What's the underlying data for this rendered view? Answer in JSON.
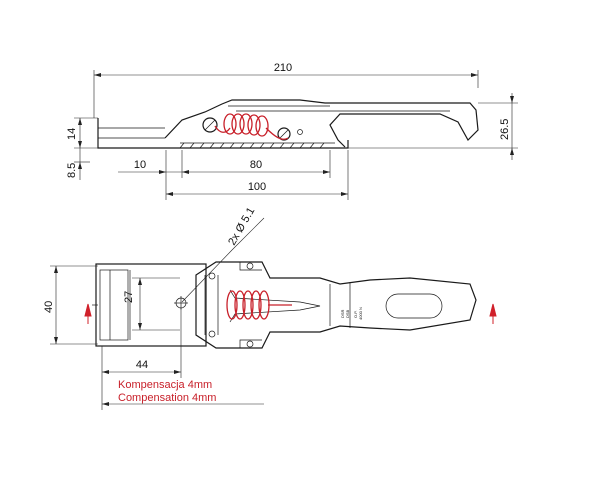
{
  "dimensions": {
    "overall_length": "210",
    "height_left": "14",
    "height_right": "26.5",
    "offset_bottom": "8.5",
    "offset_left": "10",
    "base_length": "80",
    "total_base": "100",
    "hole_spec": "2x Ø 5.1",
    "width": "40",
    "hole_spacing": "27",
    "hole_offset": "44"
  },
  "part_marking": [
    "DSR",
    "DSB",
    "O.P.",
    "4000 N"
  ],
  "notes": {
    "compensation_pl": "Kompensacja 4mm",
    "compensation_en": "Compensation 4mm"
  },
  "colors": {
    "spring": "#c8202a",
    "note": "#c8202a",
    "arrow": "#d0202a"
  }
}
